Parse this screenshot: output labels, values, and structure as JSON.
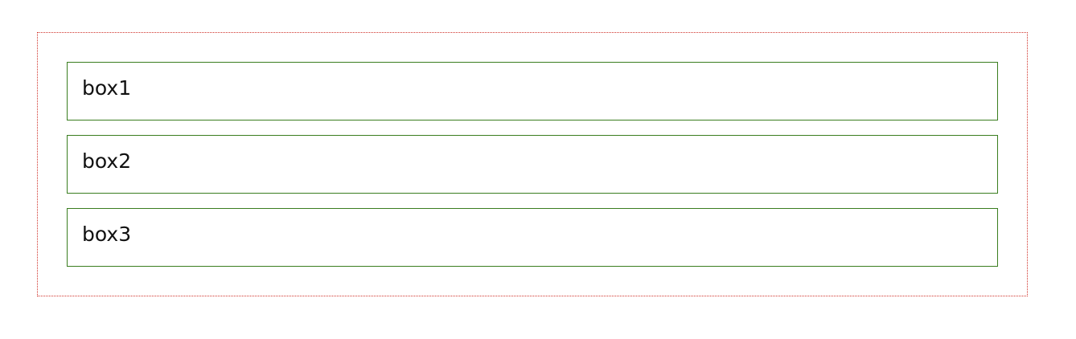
{
  "container": {
    "border_color": "#d0332b",
    "boxes": [
      {
        "label": "box1"
      },
      {
        "label": "box2"
      },
      {
        "label": "box3"
      }
    ],
    "box_border_color": "#3a7d1f"
  }
}
